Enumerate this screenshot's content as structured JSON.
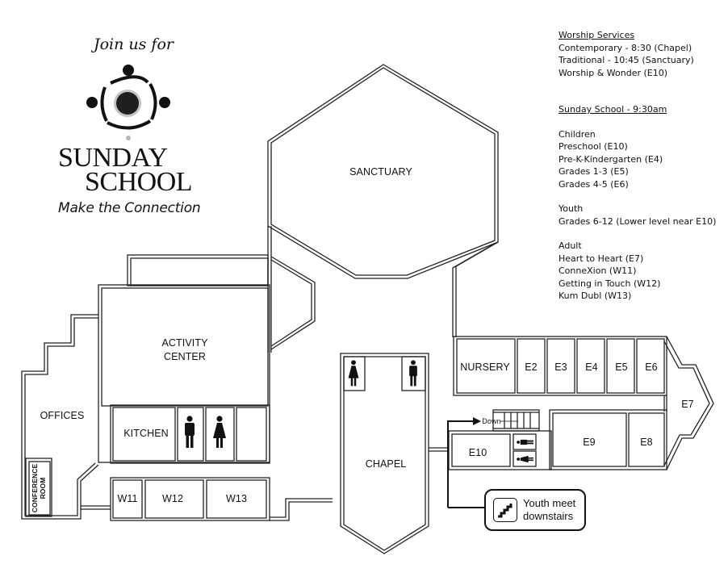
{
  "logo": {
    "intro": "Join us for",
    "title_line1": "SUNDAY",
    "title_line2": "SCHOOL",
    "tagline": "Make the Connection"
  },
  "schedule": {
    "worship_heading": "Worship Services",
    "worship_items": [
      "Contemporary - 8:30 (Chapel)",
      "Traditional - 10:45 (Sanctuary)",
      "Worship & Wonder (E10)"
    ],
    "sunday_school_heading": "Sunday School - 9:30am",
    "groups": [
      {
        "name": "Children",
        "items": [
          "Preschool (E10)",
          "Pre-K-Kindergarten (E4)",
          "Grades 1-3 (E5)",
          "Grades 4-5 (E6)"
        ]
      },
      {
        "name": "Youth",
        "items": [
          "Grades 6-12 (Lower level near E10)"
        ]
      },
      {
        "name": "Adult",
        "items": [
          "Heart to Heart (E7)",
          "ConneXion (W11)",
          "Getting in Touch (W12)",
          "Kum Dubl (W13)"
        ]
      }
    ]
  },
  "rooms": {
    "sanctuary": "SANCTUARY",
    "activity_center_1": "ACTIVITY",
    "activity_center_2": "CENTER",
    "offices": "OFFICES",
    "conference_1": "CONFERENCE",
    "conference_2": "ROOM",
    "kitchen": "KITCHEN",
    "w11": "W11",
    "w12": "W12",
    "w13": "W13",
    "chapel": "CHAPEL",
    "nursery": "NURSERY",
    "e2": "E2",
    "e3": "E3",
    "e4": "E4",
    "e5": "E5",
    "e6": "E6",
    "e7": "E7",
    "e8": "E8",
    "e9": "E9",
    "e10": "E10"
  },
  "stairs_label": "Down",
  "callout": {
    "line1": "Youth meet",
    "line2": "downstairs",
    "icon": "stairs-icon"
  },
  "icons": {
    "restroom_men": "men-restroom-icon",
    "restroom_women": "women-restroom-icon"
  }
}
